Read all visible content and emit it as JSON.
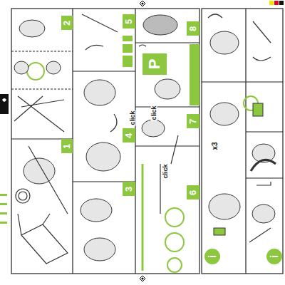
{
  "diagram": {
    "labels": [
      "2",
      "5",
      "8",
      "1",
      "4",
      "P",
      "7",
      "3",
      "6",
      "click",
      "click",
      "click",
      "x3",
      "i",
      "i"
    ]
  }
}
